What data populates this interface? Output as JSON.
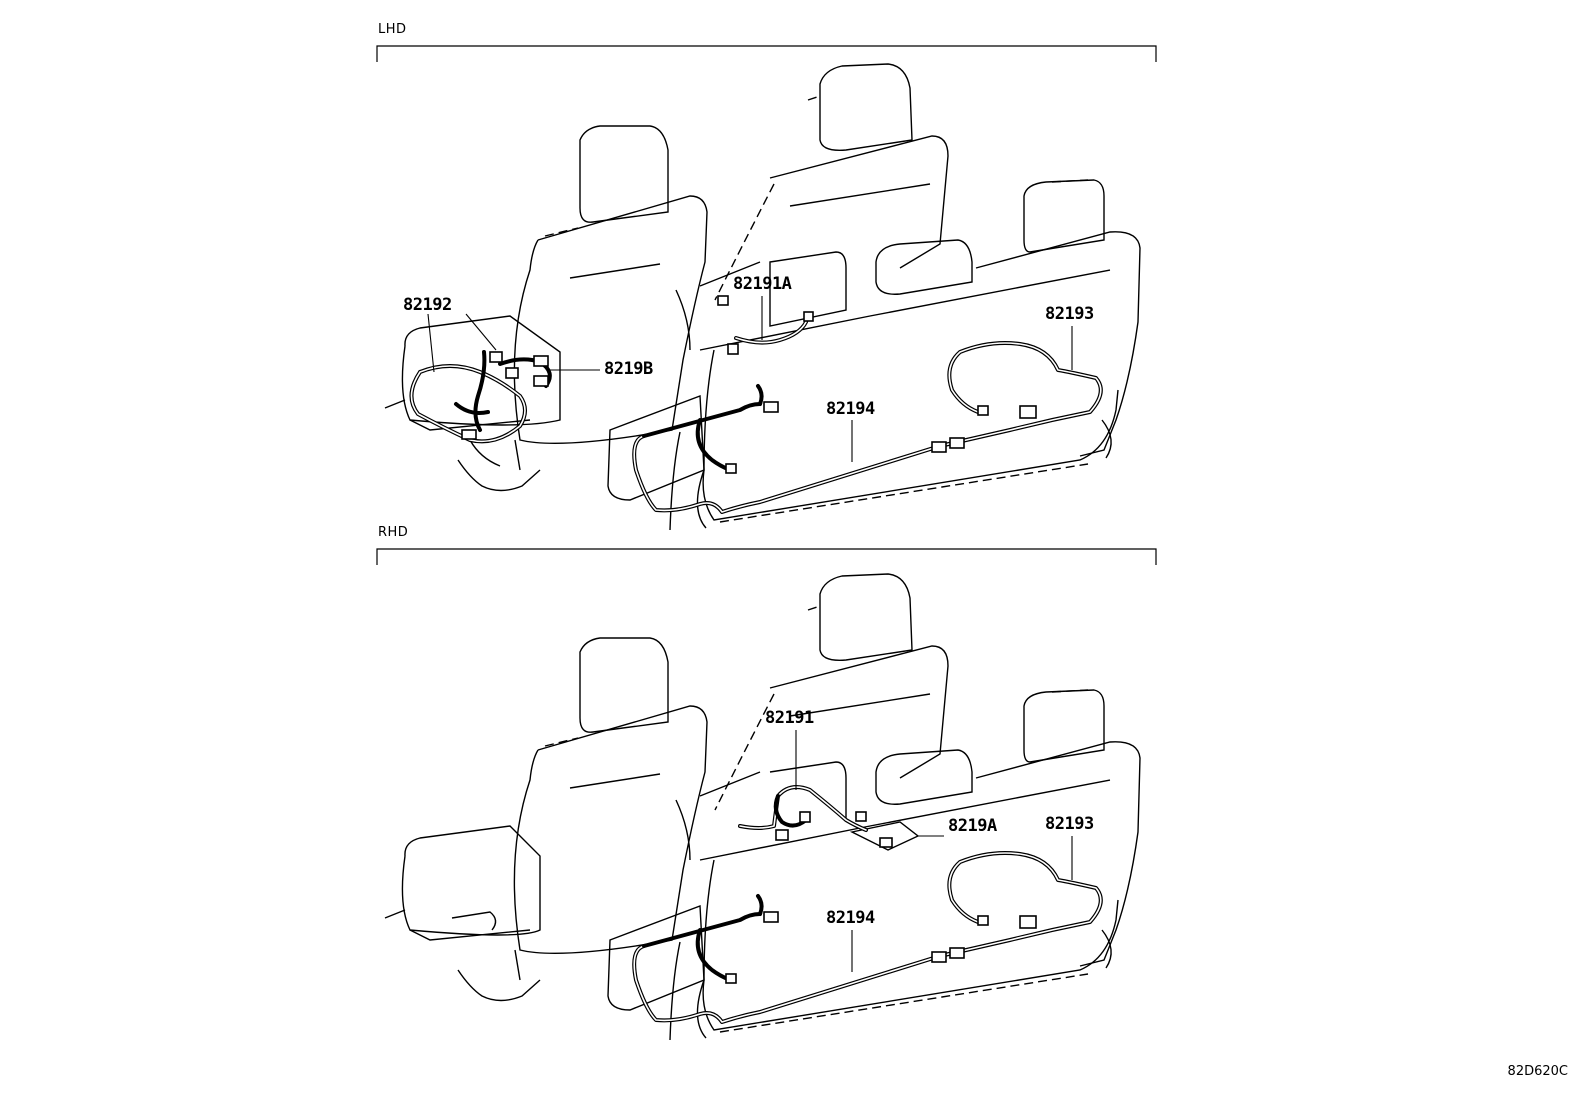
{
  "sections": [
    {
      "title": "LHD",
      "callouts": [
        "82192",
        "8219B",
        "82191A",
        "82193",
        "82194"
      ]
    },
    {
      "title": "RHD",
      "callouts": [
        "82191",
        "8219A",
        "82193",
        "82194"
      ]
    }
  ],
  "figure_code": "82D620C"
}
